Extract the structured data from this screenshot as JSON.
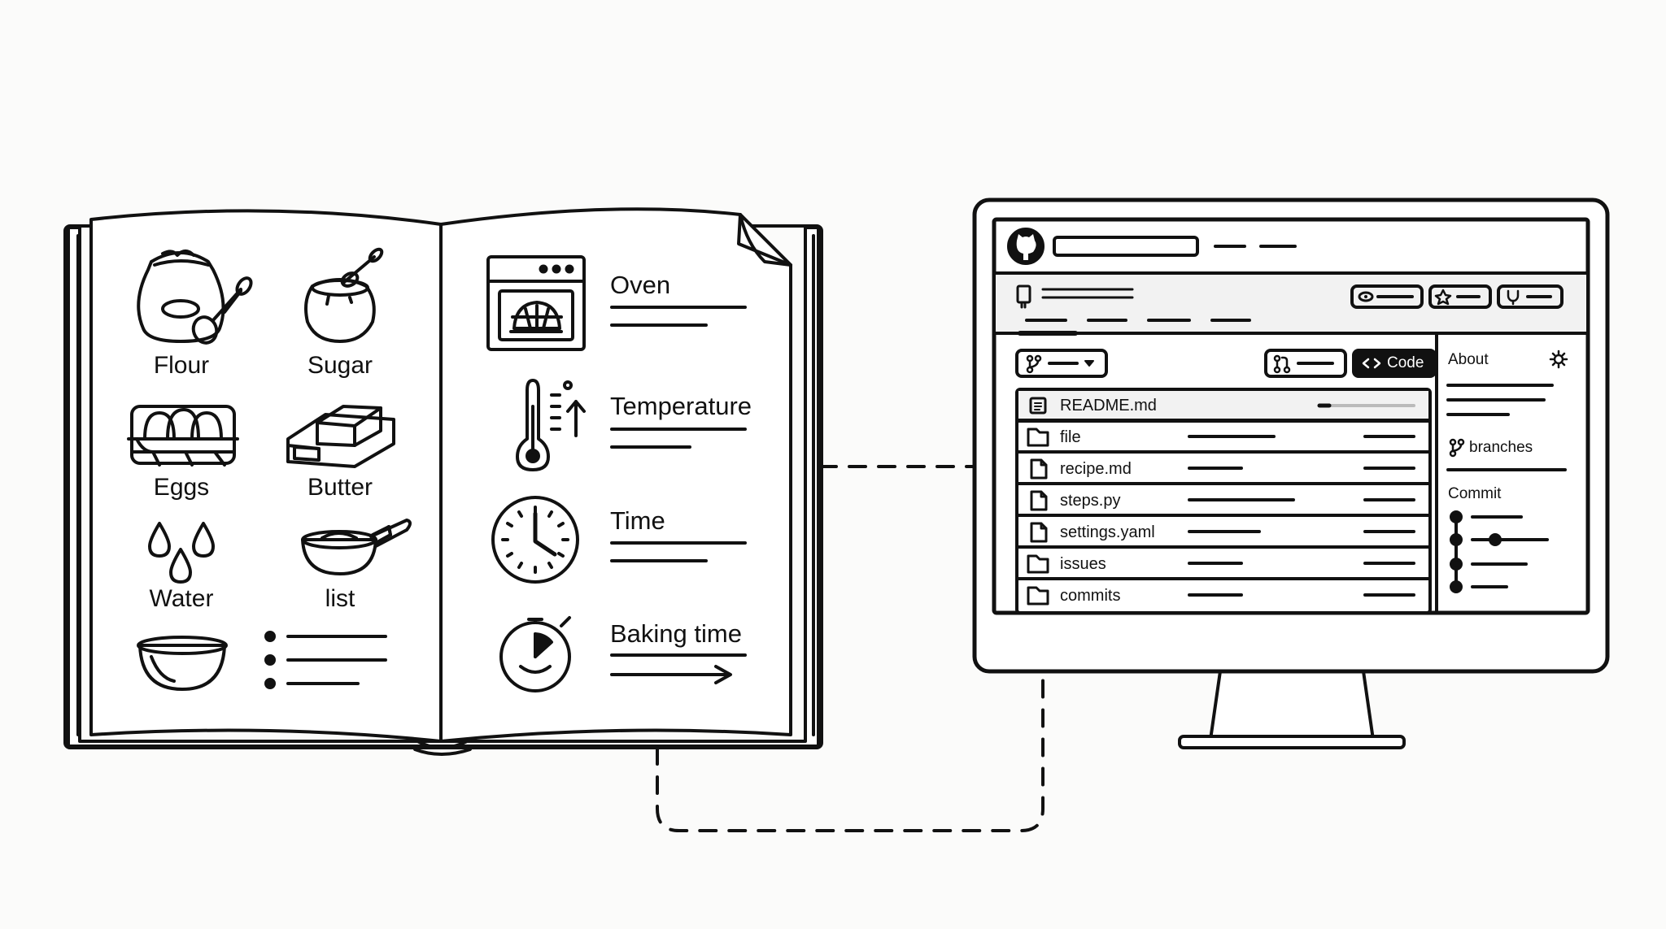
{
  "book": {
    "ingredients": [
      {
        "label": "Flour",
        "icon": "flour-sack-icon"
      },
      {
        "label": "Sugar",
        "icon": "sugar-bowl-icon"
      },
      {
        "label": "Eggs",
        "icon": "egg-carton-icon"
      },
      {
        "label": "Butter",
        "icon": "butter-icon"
      },
      {
        "label": "Water",
        "icon": "water-drops-icon"
      },
      {
        "label": "list",
        "icon": "measuring-cup-icon"
      }
    ],
    "steps": [
      {
        "label": "Oven",
        "icon": "oven-icon"
      },
      {
        "label": "Temperature",
        "icon": "thermometer-icon"
      },
      {
        "label": "Time",
        "icon": "clock-icon"
      },
      {
        "label": "Baking time",
        "icon": "stopwatch-icon"
      }
    ]
  },
  "monitor": {
    "code_button": "Code",
    "files": [
      {
        "name": "README.md",
        "type": "readme"
      },
      {
        "name": "file",
        "type": "folder"
      },
      {
        "name": "recipe.md",
        "type": "file"
      },
      {
        "name": "steps.py",
        "type": "file"
      },
      {
        "name": "settings.yaml",
        "type": "file"
      },
      {
        "name": "issues",
        "type": "folder"
      },
      {
        "name": "commits",
        "type": "folder"
      }
    ],
    "sidebar": {
      "about": "About",
      "branches": "branches",
      "commit": "Commit"
    }
  },
  "colors": {
    "ink": "#111111",
    "paper": "#ffffff",
    "background": "#fbfbfa",
    "panel": "#f2f2f2"
  }
}
